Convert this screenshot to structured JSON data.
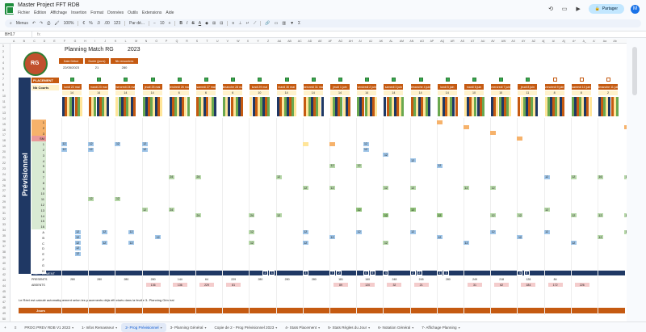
{
  "app": {
    "title": "Master Project FFT RDB",
    "menu": [
      "Fichier",
      "Édition",
      "Affichage",
      "Insertion",
      "Format",
      "Données",
      "Outils",
      "Extensions",
      "Aide"
    ],
    "share_label": "Partager",
    "avatar_letter": "M"
  },
  "toolbar": {
    "search_label": "Menus",
    "zoom": "100%",
    "currency": "€",
    "percent": "%",
    "decimal": ".0",
    "decimal2": ".00",
    "number_fmt": "123",
    "font": "Par dé...",
    "font_size": "10"
  },
  "formula": {
    "cell_ref": "BH17",
    "fx": "fx"
  },
  "sheet": {
    "title": "Planning Match RG",
    "year": "2023",
    "info_headers": [
      "Date Début",
      "Durée (jours)",
      "Nb rencontres"
    ],
    "info_values": [
      "22/05/2023",
      "21",
      "280"
    ],
    "sidebar_label": "Prévisionnel",
    "placement_label": "PLACEMENT",
    "nb_courts_label": "Nb Courts",
    "days": [
      "lundi 22 mai",
      "mardi 23 mai",
      "mercredi 24 mai",
      "jeudi 25 mai",
      "vendredi 26 mai",
      "samedi 27 mai",
      "dimanche 28 mai",
      "lundi 29 mai",
      "mardi 30 mai",
      "mercredi 31 mai",
      "jeudi 1 juin",
      "vendredi 2 juin",
      "samedi 3 juin",
      "dimanche 4 juin",
      "lundi 5 juin",
      "mardi 6 juin",
      "mercredi 7 juin",
      "jeudi 8 juin",
      "vendredi 9 juin",
      "samedi 10 juin",
      "dimanche 11 juin"
    ],
    "courts": [
      "14",
      "14",
      "14",
      "14",
      "6",
      "6",
      "6",
      "10",
      "14",
      "14",
      "14",
      "14",
      "14",
      "14",
      "14",
      "10",
      "10",
      "11",
      "8",
      "8",
      "2"
    ],
    "checks_on": [
      true,
      true,
      true,
      true,
      true,
      true,
      true,
      true,
      true,
      true,
      true,
      true,
      true,
      true,
      true,
      true,
      true,
      true,
      false,
      false,
      false
    ],
    "row_labels": [
      "1",
      "2",
      "3",
      "SM",
      "1",
      "2",
      "3",
      "4",
      "5",
      "6",
      "7",
      "8",
      "9",
      "10",
      "11",
      "12",
      "13",
      "14",
      "15",
      "16",
      "A",
      "B",
      "C",
      "D",
      "E",
      "F",
      "G",
      "H"
    ],
    "supplement_label": "SUPPLEMENT",
    "supplement_values": [
      "2",
      "1",
      "3",
      "7",
      "2",
      "4",
      "5",
      "4",
      "2",
      "2",
      "1",
      "1",
      "4",
      "6"
    ],
    "presents_label": "PRESENTS",
    "absents_label": "ABSENTS",
    "presents": [
      "280",
      "280",
      "280",
      "280",
      "144",
      "64",
      "229",
      "280",
      "280",
      "280",
      "181",
      "160",
      "248",
      "245",
      "280",
      "249",
      "218",
      "128",
      "84"
    ],
    "absents": [
      "",
      "",
      "",
      "136",
      "136",
      "229",
      "81",
      "",
      "",
      "",
      "89",
      "120",
      "32",
      "21",
      "",
      "31",
      "62",
      "184",
      "172",
      "226"
    ],
    "note": "Le Réel est calculé automatiquement selon les placements déjà effectués dans la feuille 3- Planning Général",
    "jours_label": "Jours"
  },
  "tabs": [
    "+",
    "≡",
    "PROG PREV RDB V1 2023",
    "1- Infos Remasseur",
    "2- Prog Prévisionnel",
    "3- Planning Général",
    "Copie de 2 - Prog Prévisionnel 2023",
    "4- Stats Placement",
    "5- Stats Règles du Jour",
    "6- Notation Général",
    "7- Affichage Planning"
  ],
  "active_tab": "2- Prog Prévisionnel",
  "colors": {
    "accent": "#c55a11",
    "navy": "#1f3864",
    "green": "#34a853",
    "share_bg": "#c2e7ff"
  }
}
